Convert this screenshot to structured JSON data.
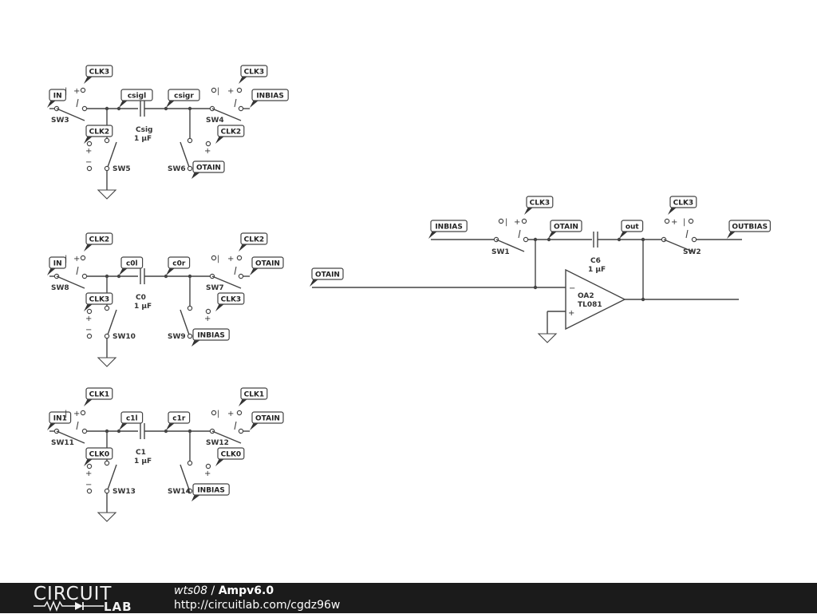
{
  "footer": {
    "brand_top": "CIRCUIT",
    "brand_bottom": "LAB",
    "author": "wts08",
    "separator": " / ",
    "project": "Ampv6.0",
    "url": "http://circuitlab.com/cgdz96w"
  },
  "cells": [
    {
      "in": "IN",
      "clk_a": "CLK3",
      "clk_b": "CLK2",
      "clk_c": "CLK3",
      "clk_d": "CLK2",
      "left_net": "csigl",
      "right_net": "csigr",
      "cap_ref": "Csig",
      "cap_val": "1 µF",
      "out_top": "INBIAS",
      "out_bot": "OTAIN",
      "sw_in": "SW3",
      "sw_out": "SW4",
      "sw_gl": "SW5",
      "sw_gr": "SW6"
    },
    {
      "in": "IN",
      "clk_a": "CLK2",
      "clk_b": "CLK3",
      "clk_c": "CLK2",
      "clk_d": "CLK3",
      "left_net": "c0l",
      "right_net": "c0r",
      "cap_ref": "C0",
      "cap_val": "1 µF",
      "out_top": "OTAIN",
      "out_bot": "INBIAS",
      "sw_in": "SW8",
      "sw_out": "SW7",
      "sw_gl": "SW10",
      "sw_gr": "SW9"
    },
    {
      "in": "IN1",
      "clk_a": "CLK1",
      "clk_b": "CLK0",
      "clk_c": "CLK1",
      "clk_d": "CLK0",
      "left_net": "c1l",
      "right_net": "c1r",
      "cap_ref": "C1",
      "cap_val": "1 µF",
      "out_top": "OTAIN",
      "out_bot": "INBIAS",
      "sw_in": "SW11",
      "sw_out": "SW12",
      "sw_gl": "SW13",
      "sw_gr": "SW14"
    }
  ],
  "amp": {
    "in_net": "INBIAS",
    "node_otain": "OTAIN",
    "node_out": "out",
    "out_net": "OUTBIAS",
    "left_input": "OTAIN",
    "clk1": "CLK3",
    "clk2": "CLK3",
    "sw1": "SW1",
    "sw2": "SW2",
    "cap_ref": "C6",
    "cap_val": "1 µF",
    "opamp_ref": "OA2",
    "opamp_part": "TL081",
    "minus": "−",
    "plus": "+"
  },
  "symbols": {
    "plus": "+",
    "minus": "−",
    "bar": "|"
  }
}
